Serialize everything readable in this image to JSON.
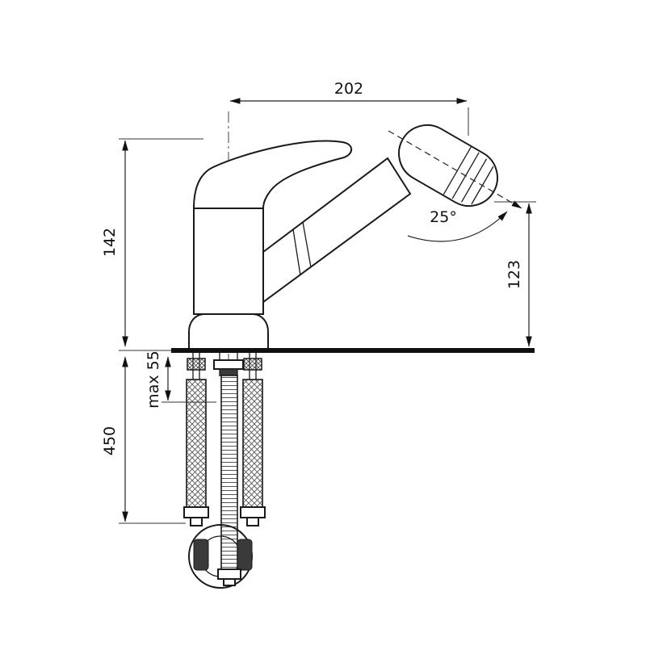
{
  "drawing": {
    "type": "technical-dimension-drawing",
    "subject": "single-lever kitchen faucet with pull-out spray head",
    "labels": {
      "reach": "202",
      "body_height": "142",
      "spout_height": "123",
      "swivel_angle": "25°",
      "max_mount": "max 55",
      "hose_length": "450"
    },
    "colors": {
      "line": "#1a1a1a",
      "background": "#ffffff"
    }
  }
}
